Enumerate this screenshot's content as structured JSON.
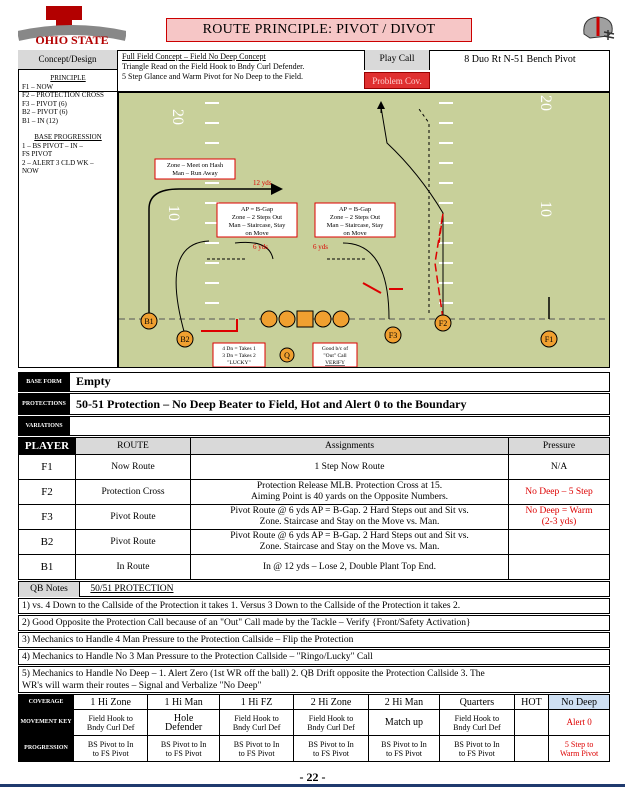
{
  "header": {
    "title": "ROUTE PRINCIPLE:  PIVOT / DIVOT",
    "logo_text": "OHIO STATE"
  },
  "concept": {
    "label": "Concept/Design",
    "title": "Full Field Concept – Field No Deep Concept",
    "line2": "Triangle Read on the Field Hook to Bndy Curl Defender.",
    "line3": "5 Step Glance and Warm Pivot for No Deep to the Field."
  },
  "playcall": {
    "label": "Play Call",
    "value": "8 Duo Rt N-51 Bench Pivot",
    "sub": "Problem Cov."
  },
  "principle": {
    "title": "PRINCIPLE",
    "items": [
      "F1 – NOW",
      "F2 – PROTECTION CROSS",
      "F3 – PIVOT (6)",
      "B2 – PIVOT (6)",
      "B1 – IN (12)"
    ]
  },
  "base_prog": {
    "title": "BASE PROGRESSION",
    "items": [
      "1 – BS PIVOT – IN –",
      "FS PIVOT",
      "2 – ALERT 3 CLD WK –",
      "NOW"
    ]
  },
  "diagram": {
    "yard_left": "20",
    "yard_left2": "10",
    "yard_right": "20",
    "yard_right2": "10",
    "note1": "Zone – Meet on Hash\nMan – Run Away",
    "depth1": "12 yds",
    "note2": "AP = B-Gap\nZone – 2 Steps Out\nMan – Staircase, Stay\non Move",
    "depth2": "6 yds",
    "note3": "AP = B-Gap\nZone – 2 Steps Out\nMan – Staircase, Stay\non Move",
    "depth3": "6 yds",
    "note4": "4 Dn = Takes 1\n3 Dn = Takes 2\n\"LUCKY\"",
    "note5": "Good b/c of\n\"Out\" Call\nVERIFY",
    "players": [
      "B1",
      "B2",
      "F3",
      "F2",
      "F1",
      "Q"
    ]
  },
  "base_form": {
    "label": "BASE FORM",
    "value": "Empty"
  },
  "protections": {
    "label": "PROTECTIONS",
    "value": "50-51 Protection – No Deep Beater to Field, Hot and Alert 0 to the Boundary"
  },
  "variations": {
    "label": "VARIATIONS",
    "value": ""
  },
  "assign": {
    "headers": [
      "PLAYER",
      "ROUTE",
      "Assignments",
      "Pressure"
    ],
    "rows": [
      {
        "player": "F1",
        "route": "Now Route",
        "assign": "1 Step Now Route",
        "pressure": "N/A"
      },
      {
        "player": "F2",
        "route": "Protection Cross",
        "assign": "Protection Release MLB. Protection Cross at 15.\nAiming Point is 40 yards on the Opposite Numbers.",
        "pressure": "No Deep – 5 Step"
      },
      {
        "player": "F3",
        "route": "Pivot Route",
        "assign": "Pivot Route @ 6 yds AP = B-Gap.  2 Hard Steps out and Sit vs.\nZone.  Staircase and Stay on the Move vs. Man.",
        "pressure": "No Deep = Warm\n(2-3 yds)"
      },
      {
        "player": "B2",
        "route": "Pivot Route",
        "assign": "Pivot Route @ 6 yds AP = B-Gap.  2 Hard Steps out and Sit vs.\nZone.  Staircase and Stay on the Move vs. Man.",
        "pressure": ""
      },
      {
        "player": "B1",
        "route": "In Route",
        "assign": "In @ 12 yds – Lose 2, Double Plant Top End.",
        "pressure": ""
      }
    ]
  },
  "qb_notes": {
    "label": "QB Notes",
    "value": "50/51 PROTECTION",
    "lines": [
      "1) vs. 4 Down to the Callside of the Protection it takes 1. Versus 3 Down to the Callside of the Protection it takes 2.",
      "2) Good Opposite the Protection Call because of an \"Out\" Call made by the Tackle – Verify {Front/Safety Activation}",
      "3) Mechanics to Handle 4 Man Pressure to the Protection Callside – Flip the Protection",
      "4) Mechanics to Handle No 3 Man Pressure to the Protection Callside – \"Ringo/Lucky\" Call",
      "5) Mechanics to Handle No Deep – 1. Alert Zero (1st WR off the ball)  2. QB Drift opposite the Protection Callside  3.  The",
      "WR's will warm their routes – Signal and Verbalize \"No Deep\""
    ]
  },
  "coverage": {
    "label": "COVERAGE",
    "movement_label": "MOVEMENT KEY",
    "progression_label": "PROGRESSION",
    "cols": [
      "1 Hi Zone",
      "1 Hi Man",
      "1 Hi FZ",
      "2 Hi Zone",
      "2 Hi Man",
      "Quarters",
      "HOT",
      "No Deep"
    ],
    "movement": [
      "Field Hook to\nBndy Curl Def",
      "Hole\nDefender",
      "Field Hook to\nBndy Curl Def",
      "Field Hook to\nBndy Curl Def",
      "Match up",
      "Field Hook to\nBndy Curl Def",
      "",
      "Alert 0"
    ],
    "progression": [
      "BS Pivot to In\nto FS Pivot",
      "BS Pivot to In\nto FS Pivot",
      "BS Pivot to In\nto FS Pivot",
      "BS Pivot to In\nto FS Pivot",
      "BS Pivot to In\nto FS Pivot",
      "BS Pivot to In\nto FS Pivot",
      "",
      "5 Step to\nWarm Pivot"
    ]
  },
  "page_number": "- 22 -"
}
